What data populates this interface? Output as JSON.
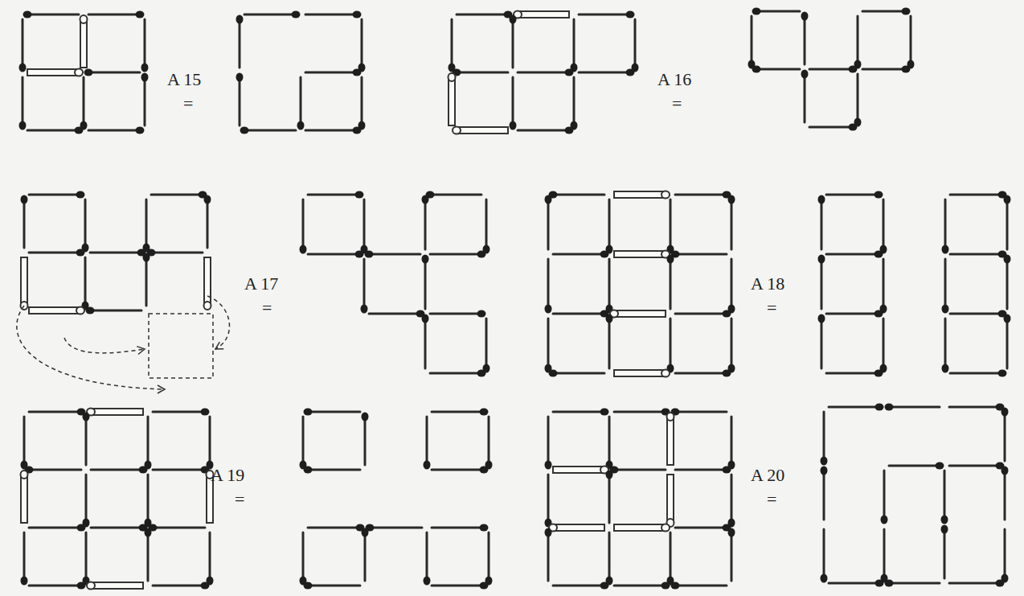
{
  "diagram": {
    "labels": [
      "A 15",
      "=",
      "A 16",
      "=",
      "A 17",
      "=",
      "A 18",
      "=",
      "A 19",
      "=",
      "A 20",
      "="
    ]
  }
}
